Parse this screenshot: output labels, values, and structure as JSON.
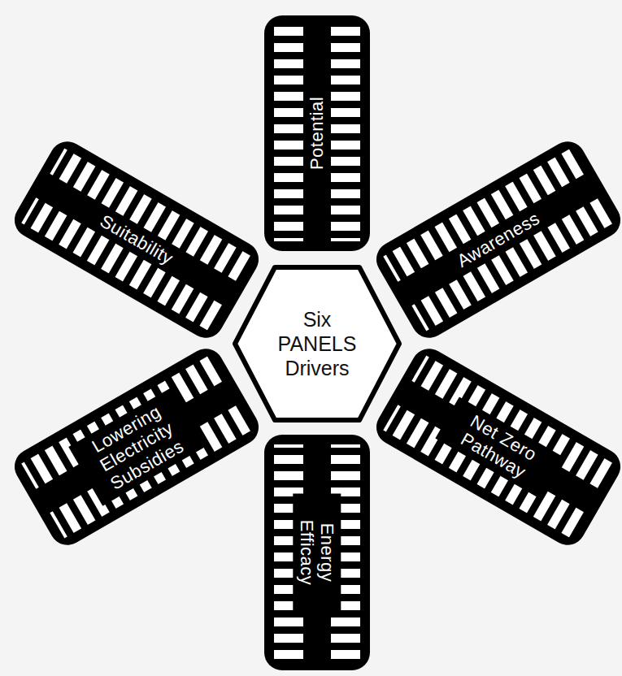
{
  "diagram": {
    "nodes": [
      {
        "text": [
          "Six PANELS Drivers"
        ]
      },
      {
        "text": [
          "Potential"
        ]
      },
      {
        "text": [
          "Awareness"
        ]
      },
      {
        "text": [
          "Net Zero Pathway"
        ]
      },
      {
        "text": [
          "Energy Efficacy"
        ]
      },
      {
        "text": [
          "Lowering Electricity Subsidies"
        ]
      },
      {
        "text": [
          "Suitability"
        ]
      }
    ]
  }
}
